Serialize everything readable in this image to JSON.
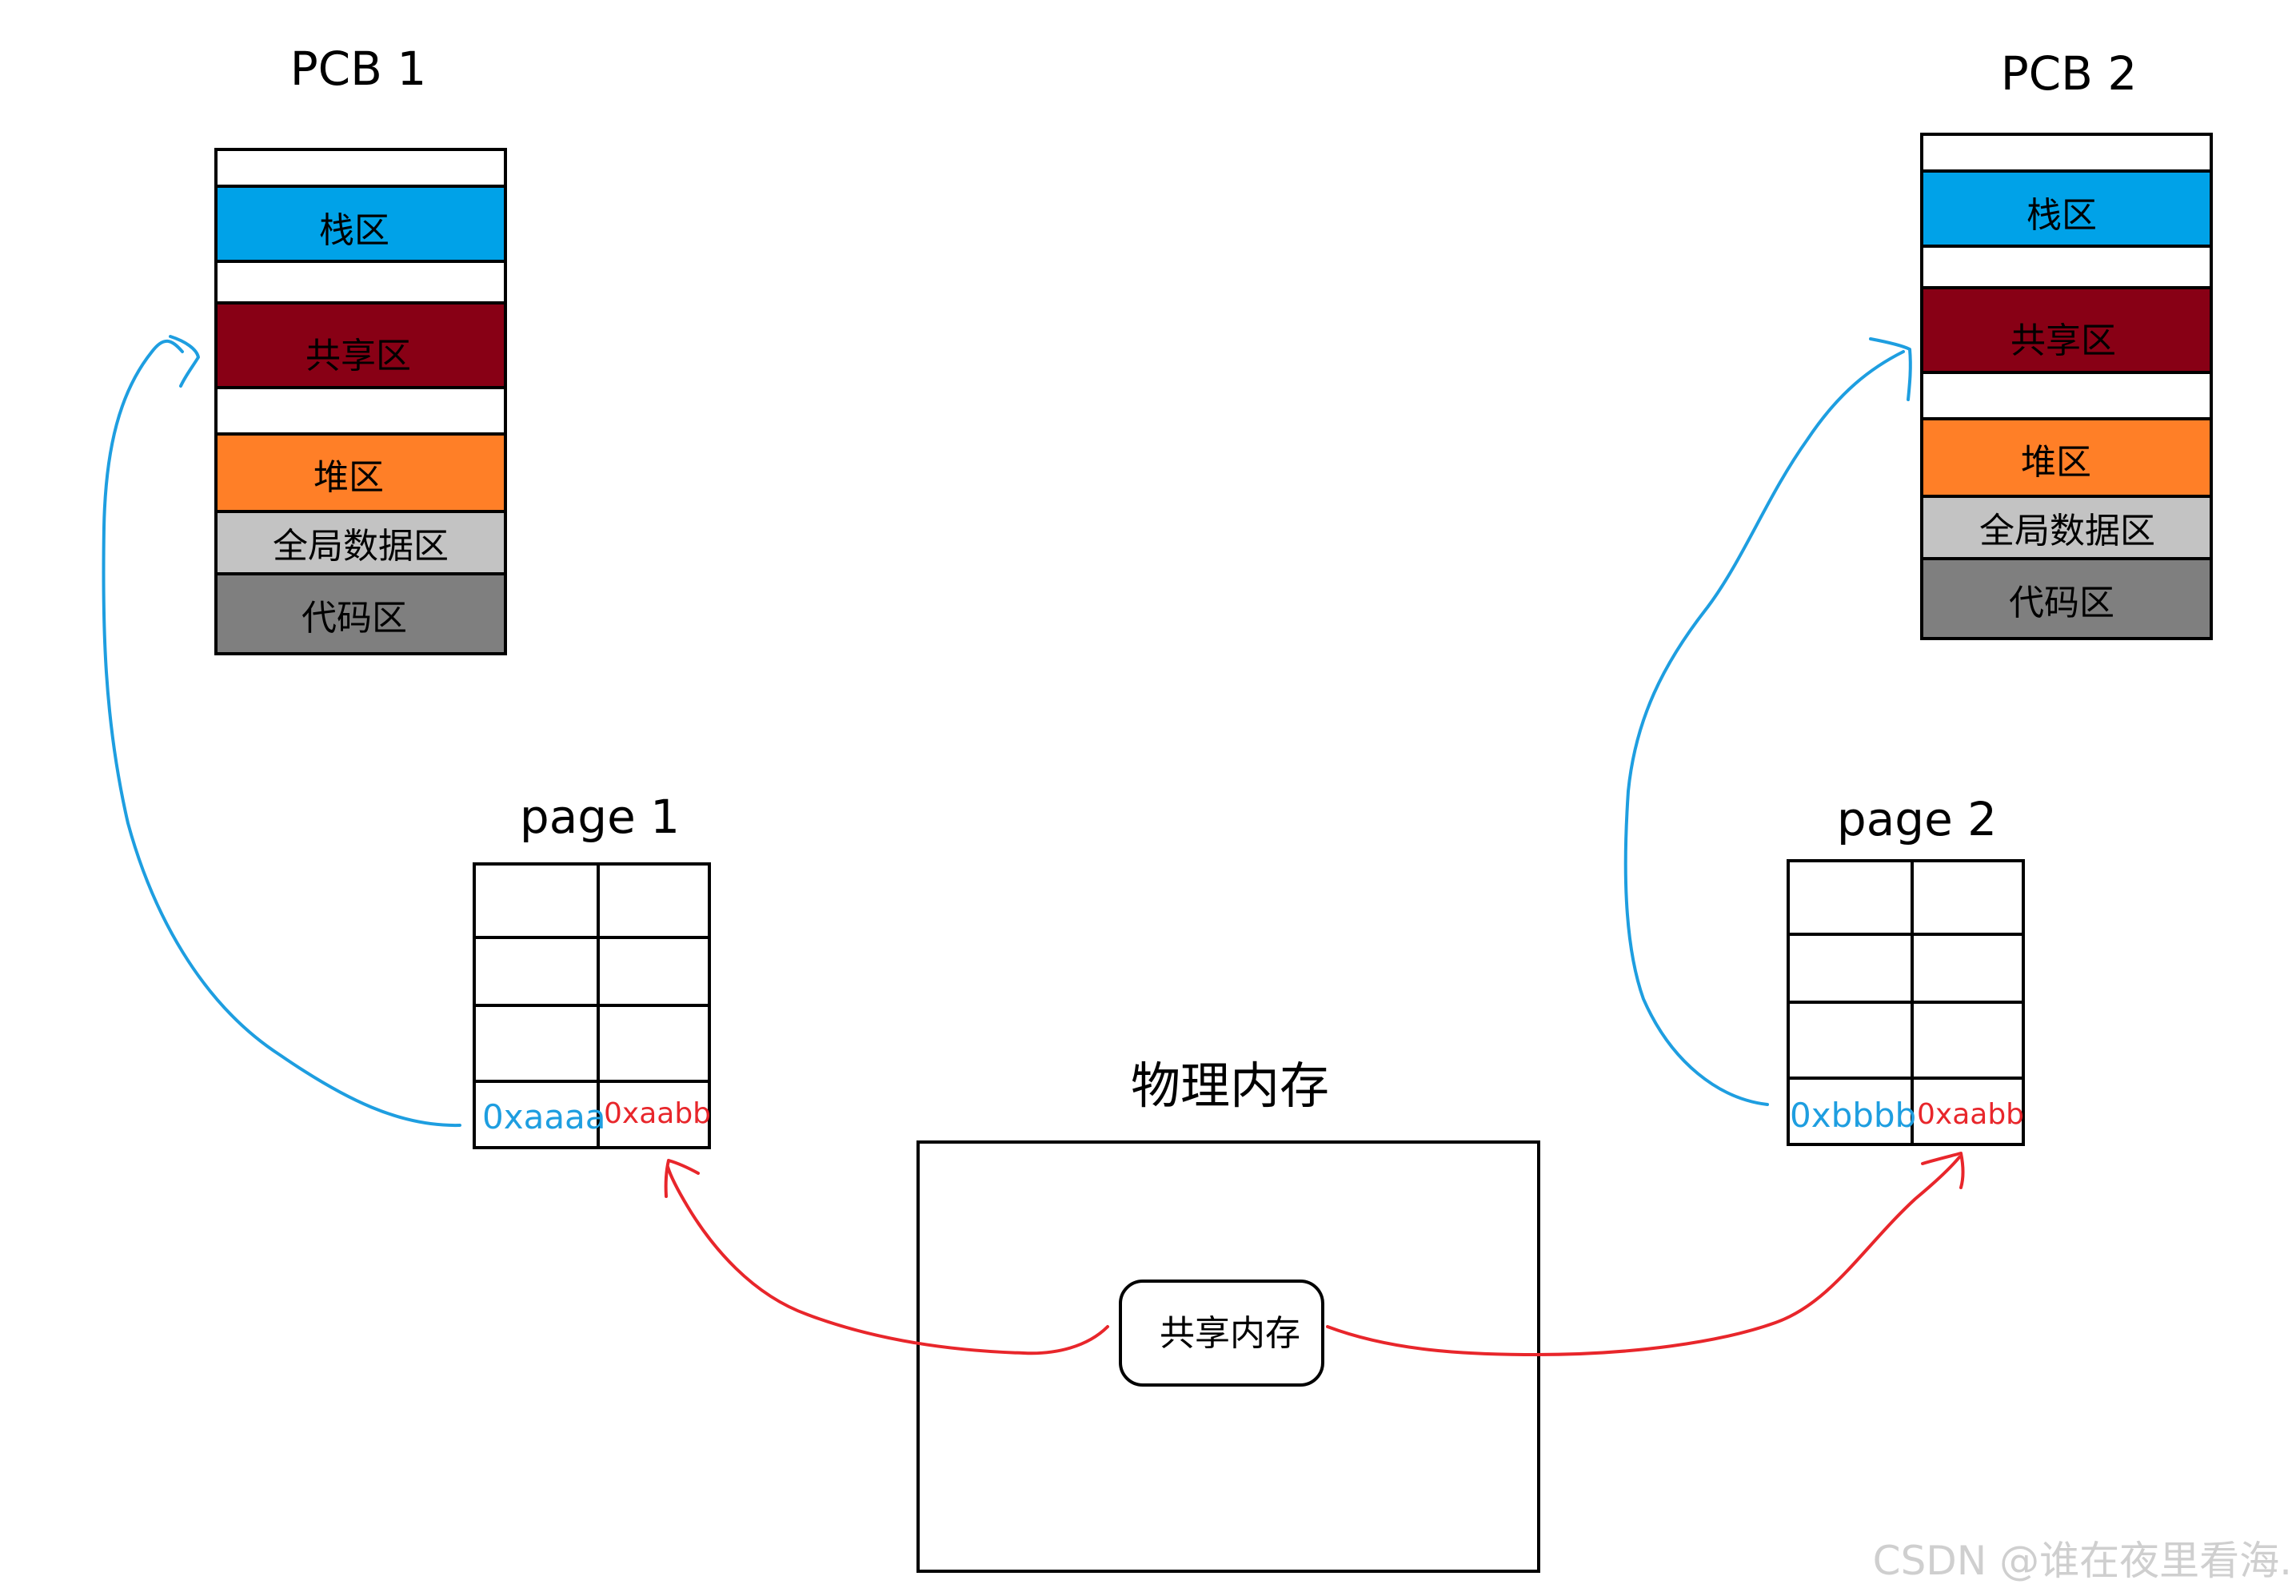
{
  "pcb1": {
    "title": "PCB 1",
    "segments": {
      "stack": "栈区",
      "shared": "共享区",
      "heap": "堆区",
      "global": "全局数据区",
      "code": "代码区"
    }
  },
  "pcb2": {
    "title": "PCB 2",
    "segments": {
      "stack": "栈区",
      "shared": "共享区",
      "heap": "堆区",
      "global": "全局数据区",
      "code": "代码区"
    }
  },
  "page1": {
    "title": "page 1",
    "virtual_addr": "0xaaaa",
    "physical_addr": "0xaabb"
  },
  "page2": {
    "title": "page 2",
    "virtual_addr": "0xbbbb",
    "physical_addr": "0xaabb"
  },
  "physical_memory": {
    "title": "物理内存",
    "shared_memory": "共享内存"
  },
  "watermark": "CSDN @谁在夜里看海.",
  "colors": {
    "stack": "#00a2e8",
    "shared": "#880015",
    "heap": "#ff7f27",
    "global": "#c3c3c3",
    "code": "#7f7f7f",
    "blue_arrow": "#1e9ee0",
    "red_arrow": "#e8262b"
  }
}
